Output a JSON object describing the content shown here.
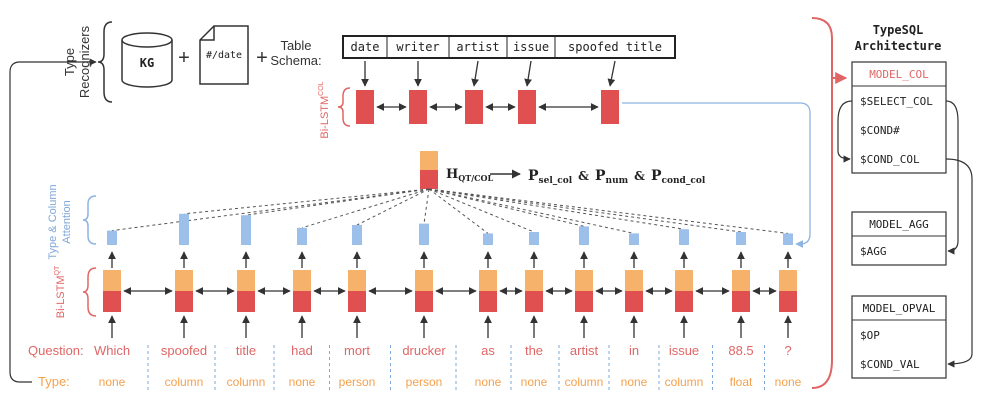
{
  "colors": {
    "red": "#e05050",
    "orange": "#f6b26b",
    "blue": "#8fb4e0",
    "lightblue": "#9dc0ea",
    "pink": "#e06666",
    "question_label": "#e06666",
    "type_label": "#f6a04d",
    "dark": "#333333"
  },
  "type_recognizers": {
    "label_line1": "Type",
    "label_line2": "Recognizers",
    "kg": "KG",
    "date_doc": "#/date",
    "plus": "+",
    "schema_line1": "Table",
    "schema_line2": "Schema:"
  },
  "schema_columns": [
    "date",
    "writer",
    "artist",
    "issue",
    "spoofed title"
  ],
  "col_lstm_label": "Bi-LSTM",
  "col_lstm_sup": "COL",
  "qt_lstm_label": "Bi-LSTM",
  "qt_lstm_sup": "QT",
  "attention_line1": "Type & Column",
  "attention_line2": "Attention",
  "hidden": {
    "h": "H",
    "h_sub": "QT/COL",
    "p_sel": "P",
    "p_sel_sub": "sel_col",
    "amp1": "&",
    "p_num": "P",
    "p_num_sub": "num",
    "amp2": "&",
    "p_cond": "P",
    "p_cond_sub": "cond_col"
  },
  "question_label": "Question:",
  "type_label": "Type:",
  "tokens": [
    {
      "word": "Which",
      "type": "none",
      "att": 0.3
    },
    {
      "word": "spoofed",
      "type": "column",
      "att": 0.9
    },
    {
      "word": "title",
      "type": "column",
      "att": 0.85
    },
    {
      "word": "had",
      "type": "none",
      "att": 0.4
    },
    {
      "word": "mort",
      "type": "person",
      "att": 0.5
    },
    {
      "word": "drucker",
      "type": "person",
      "att": 0.55
    },
    {
      "word": "as",
      "type": "none",
      "att": 0.2
    },
    {
      "word": "the",
      "type": "none",
      "att": 0.25
    },
    {
      "word": "artist",
      "type": "column",
      "att": 0.45
    },
    {
      "word": "in",
      "type": "none",
      "att": 0.2
    },
    {
      "word": "issue",
      "type": "column",
      "att": 0.35
    },
    {
      "word": "88.5",
      "type": "float",
      "att": 0.25
    },
    {
      "word": "?",
      "type": "none",
      "att": 0.2
    }
  ],
  "architecture": {
    "title_line1": "TypeSQL",
    "title_line2": "Architecture",
    "model_col": {
      "header": "MODEL_COL",
      "rows": [
        "$SELECT_COL",
        "$COND#",
        "$COND_COL"
      ]
    },
    "model_agg": {
      "header": "MODEL_AGG",
      "rows": [
        "$AGG"
      ]
    },
    "model_opval": {
      "header": "MODEL_OPVAL",
      "rows": [
        "$OP",
        "$COND_VAL"
      ]
    }
  }
}
